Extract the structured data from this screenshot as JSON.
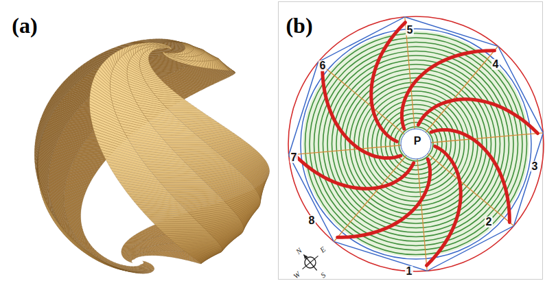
{
  "diagram": {
    "labels": [
      "(a)",
      "(b)",
      "5",
      "4",
      "3",
      "2",
      "1",
      "8",
      "7",
      "6",
      "P",
      "N",
      "E",
      "S",
      "W"
    ]
  }
}
